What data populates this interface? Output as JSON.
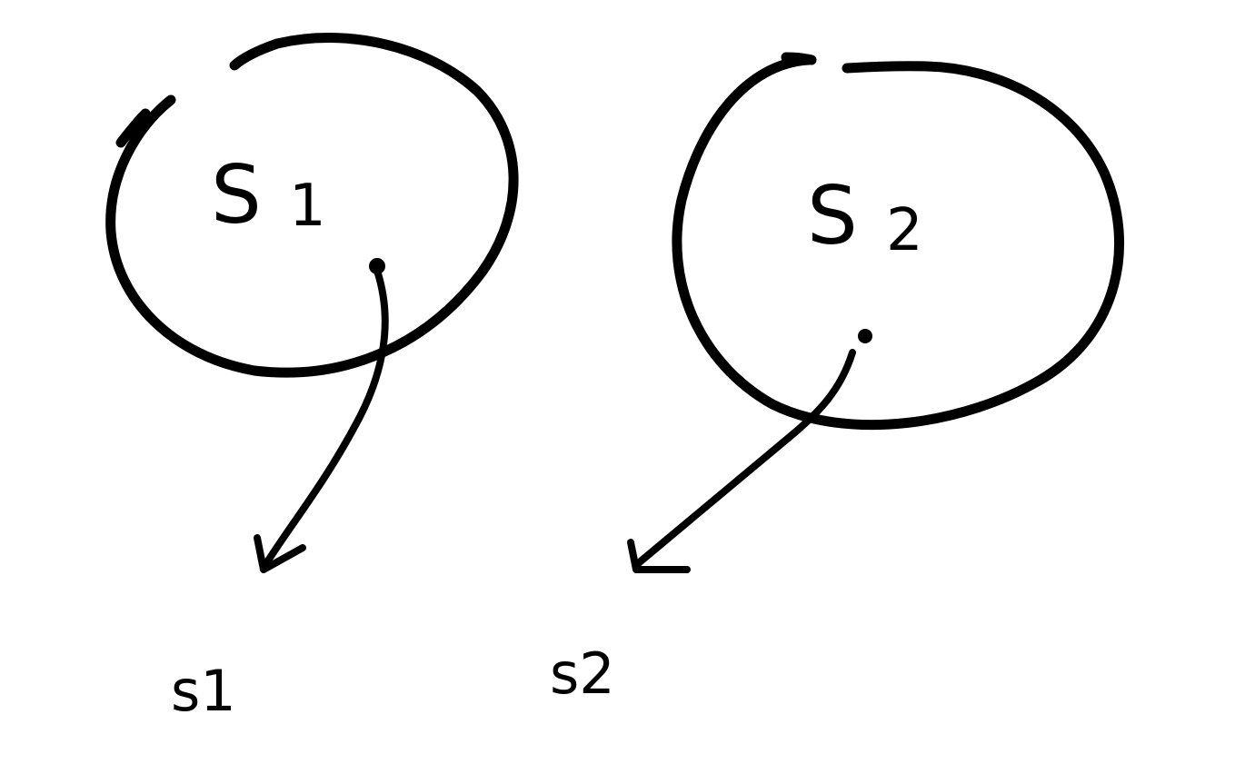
{
  "diagram": {
    "set1": {
      "name": "S",
      "subscript": "1"
    },
    "set2": {
      "name": "S",
      "subscript": "2"
    },
    "point1_label": "s1",
    "point2_label": "s2"
  },
  "colors": {
    "ink": "#000000",
    "background": "#ffffff"
  }
}
